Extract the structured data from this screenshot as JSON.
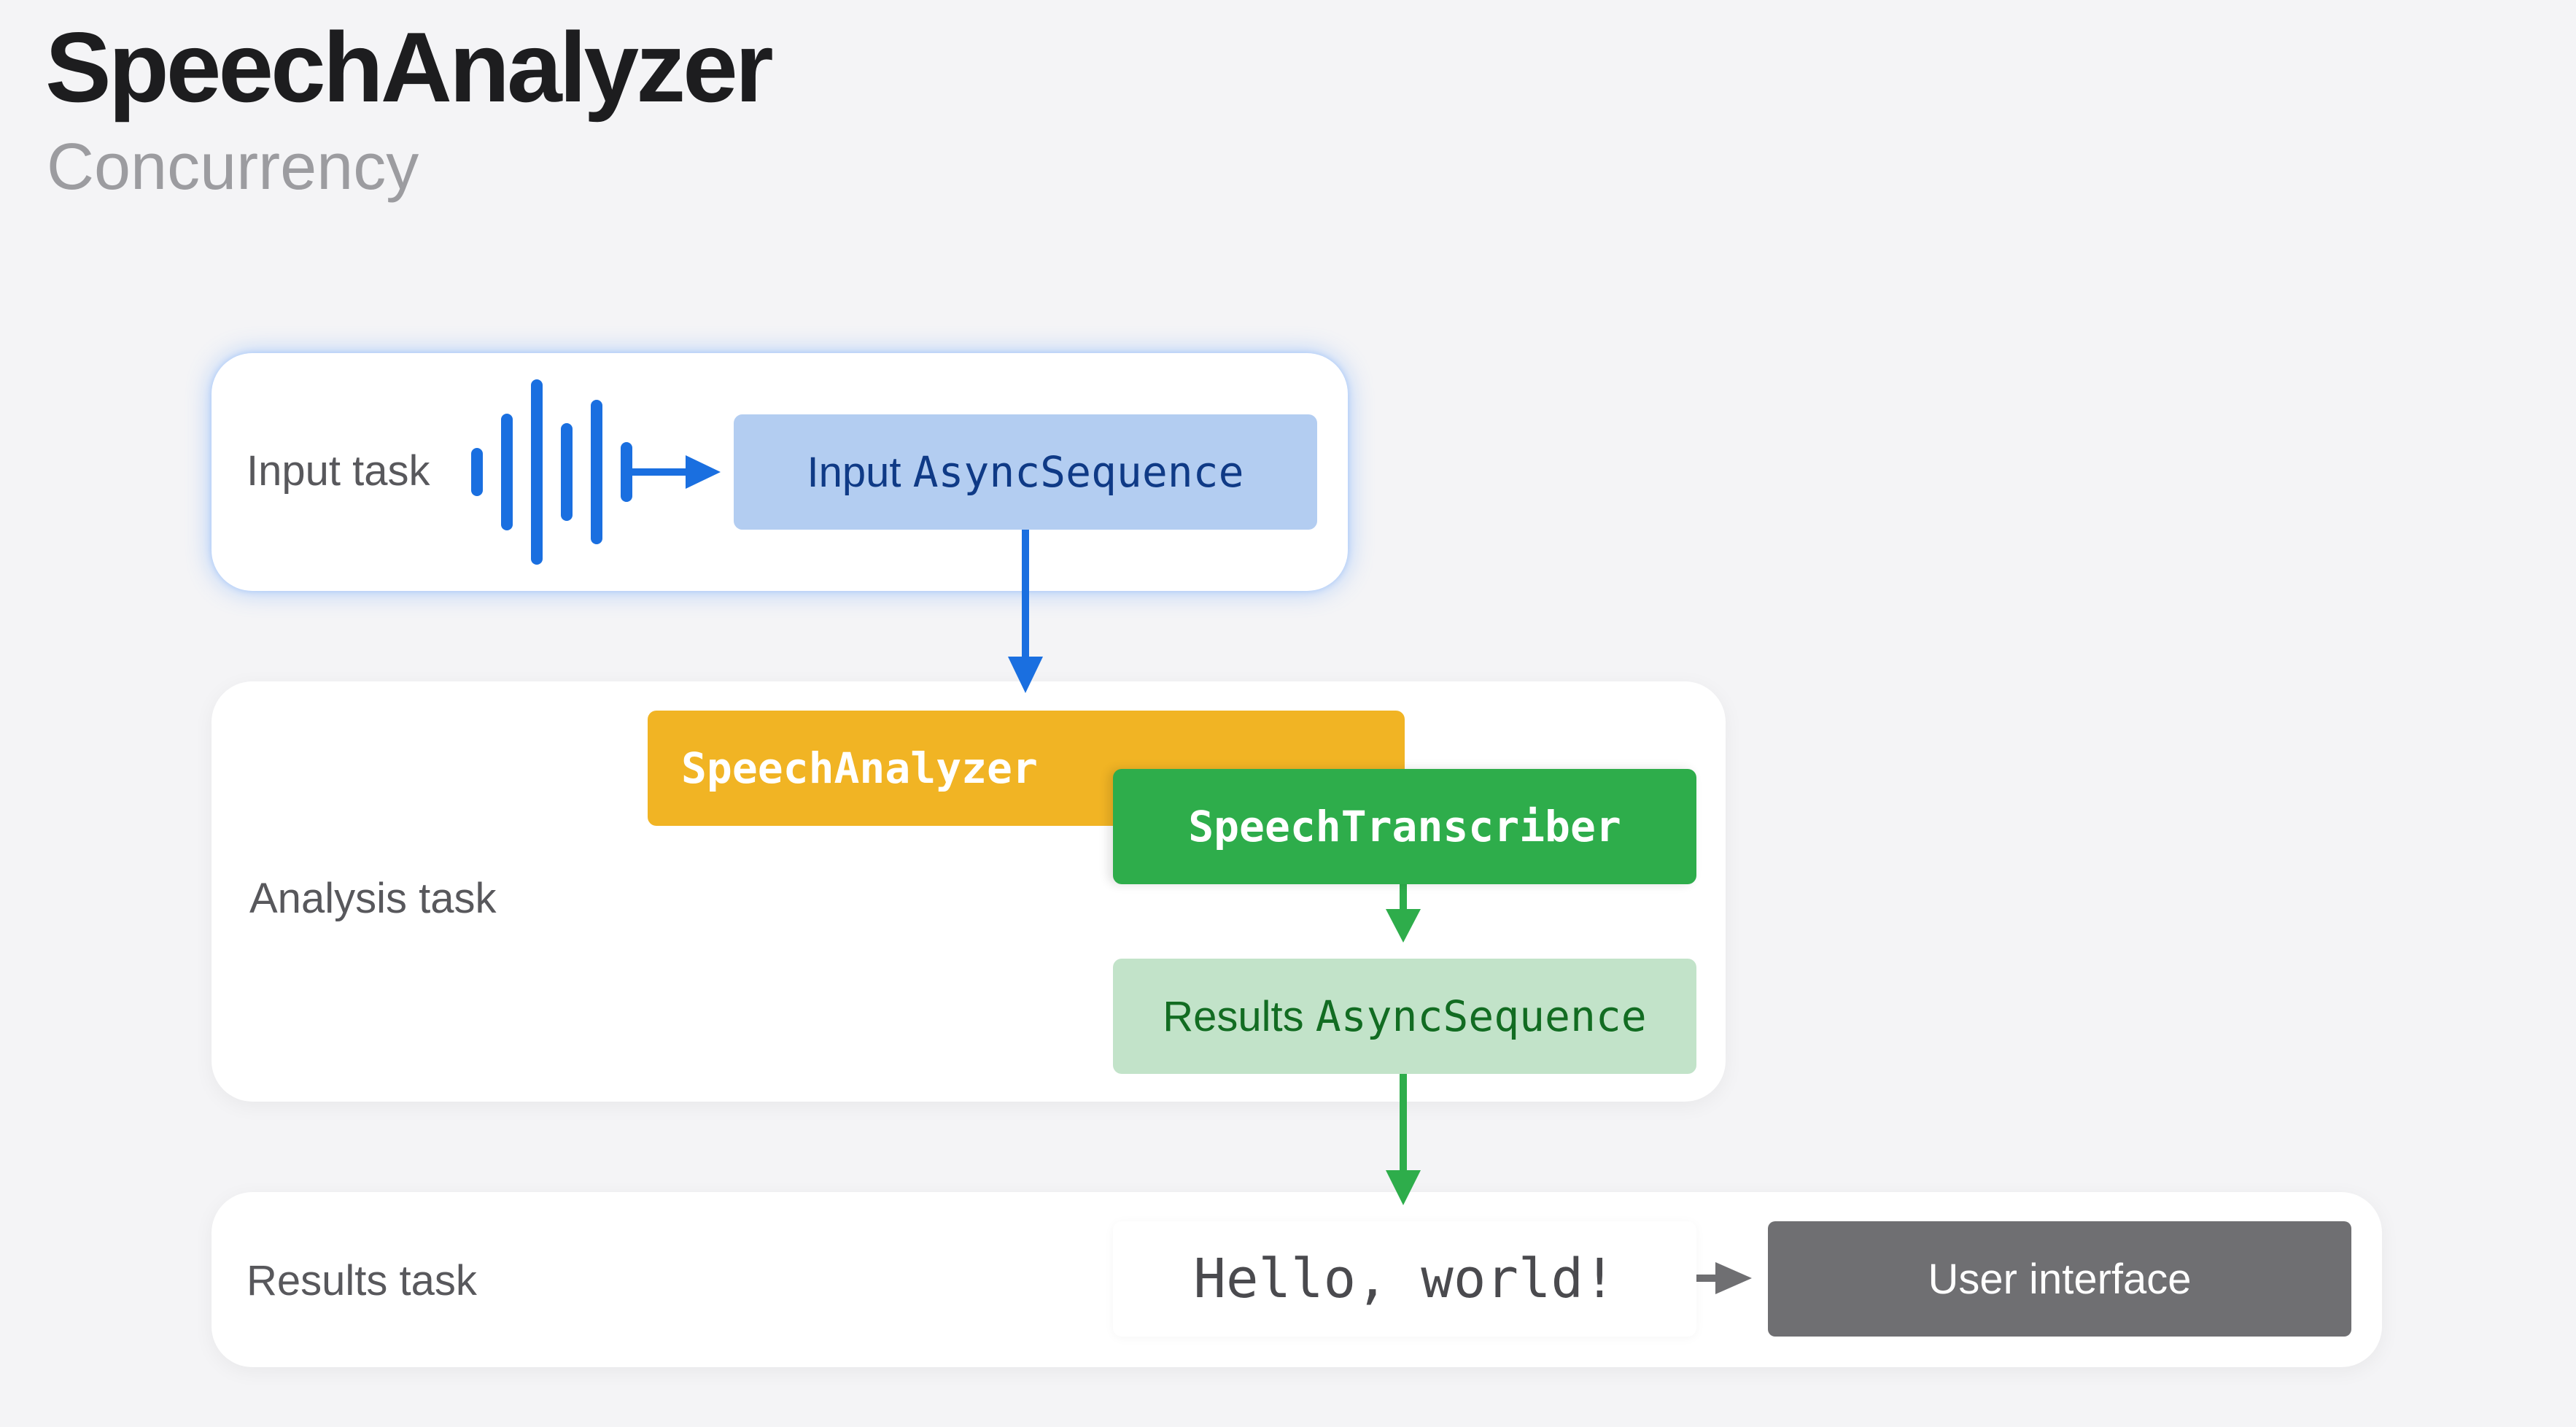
{
  "header": {
    "title": "SpeechAnalyzer",
    "subtitle": "Concurrency"
  },
  "tasks": {
    "input": {
      "label": "Input task",
      "box_prefix": "Input",
      "box_code": "AsyncSequence"
    },
    "analysis": {
      "label": "Analysis task",
      "analyzer": "SpeechAnalyzer",
      "transcriber": "SpeechTranscriber",
      "results_prefix": "Results",
      "results_code": "AsyncSequence"
    },
    "results": {
      "label": "Results task",
      "output": "Hello, world!",
      "ui": "User interface"
    }
  },
  "icons": {
    "audio": "waveform-icon"
  },
  "colors": {
    "input": "#b3cdf1",
    "input_arrow": "#1a6fe0",
    "analyzer": "#f1b424",
    "transcriber": "#2ead4b",
    "results_seq": "#c2e3c9",
    "results_arrow": "#2ead4b",
    "ui": "#6f6f72",
    "ui_arrow": "#6f6f72"
  }
}
